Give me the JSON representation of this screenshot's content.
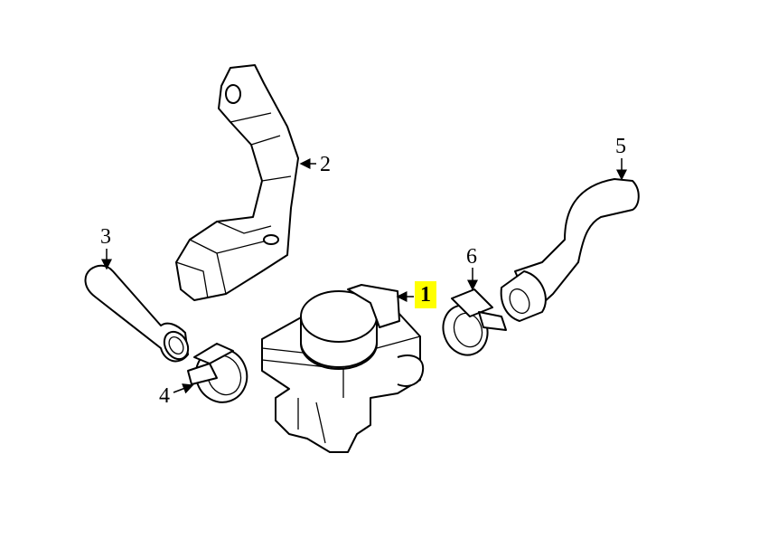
{
  "callouts": [
    {
      "number": "1",
      "highlighted": true
    },
    {
      "number": "2",
      "highlighted": false
    },
    {
      "number": "3",
      "highlighted": false
    },
    {
      "number": "4",
      "highlighted": false
    },
    {
      "number": "5",
      "highlighted": false
    },
    {
      "number": "6",
      "highlighted": false
    }
  ],
  "highlight_color": "#ffff00"
}
